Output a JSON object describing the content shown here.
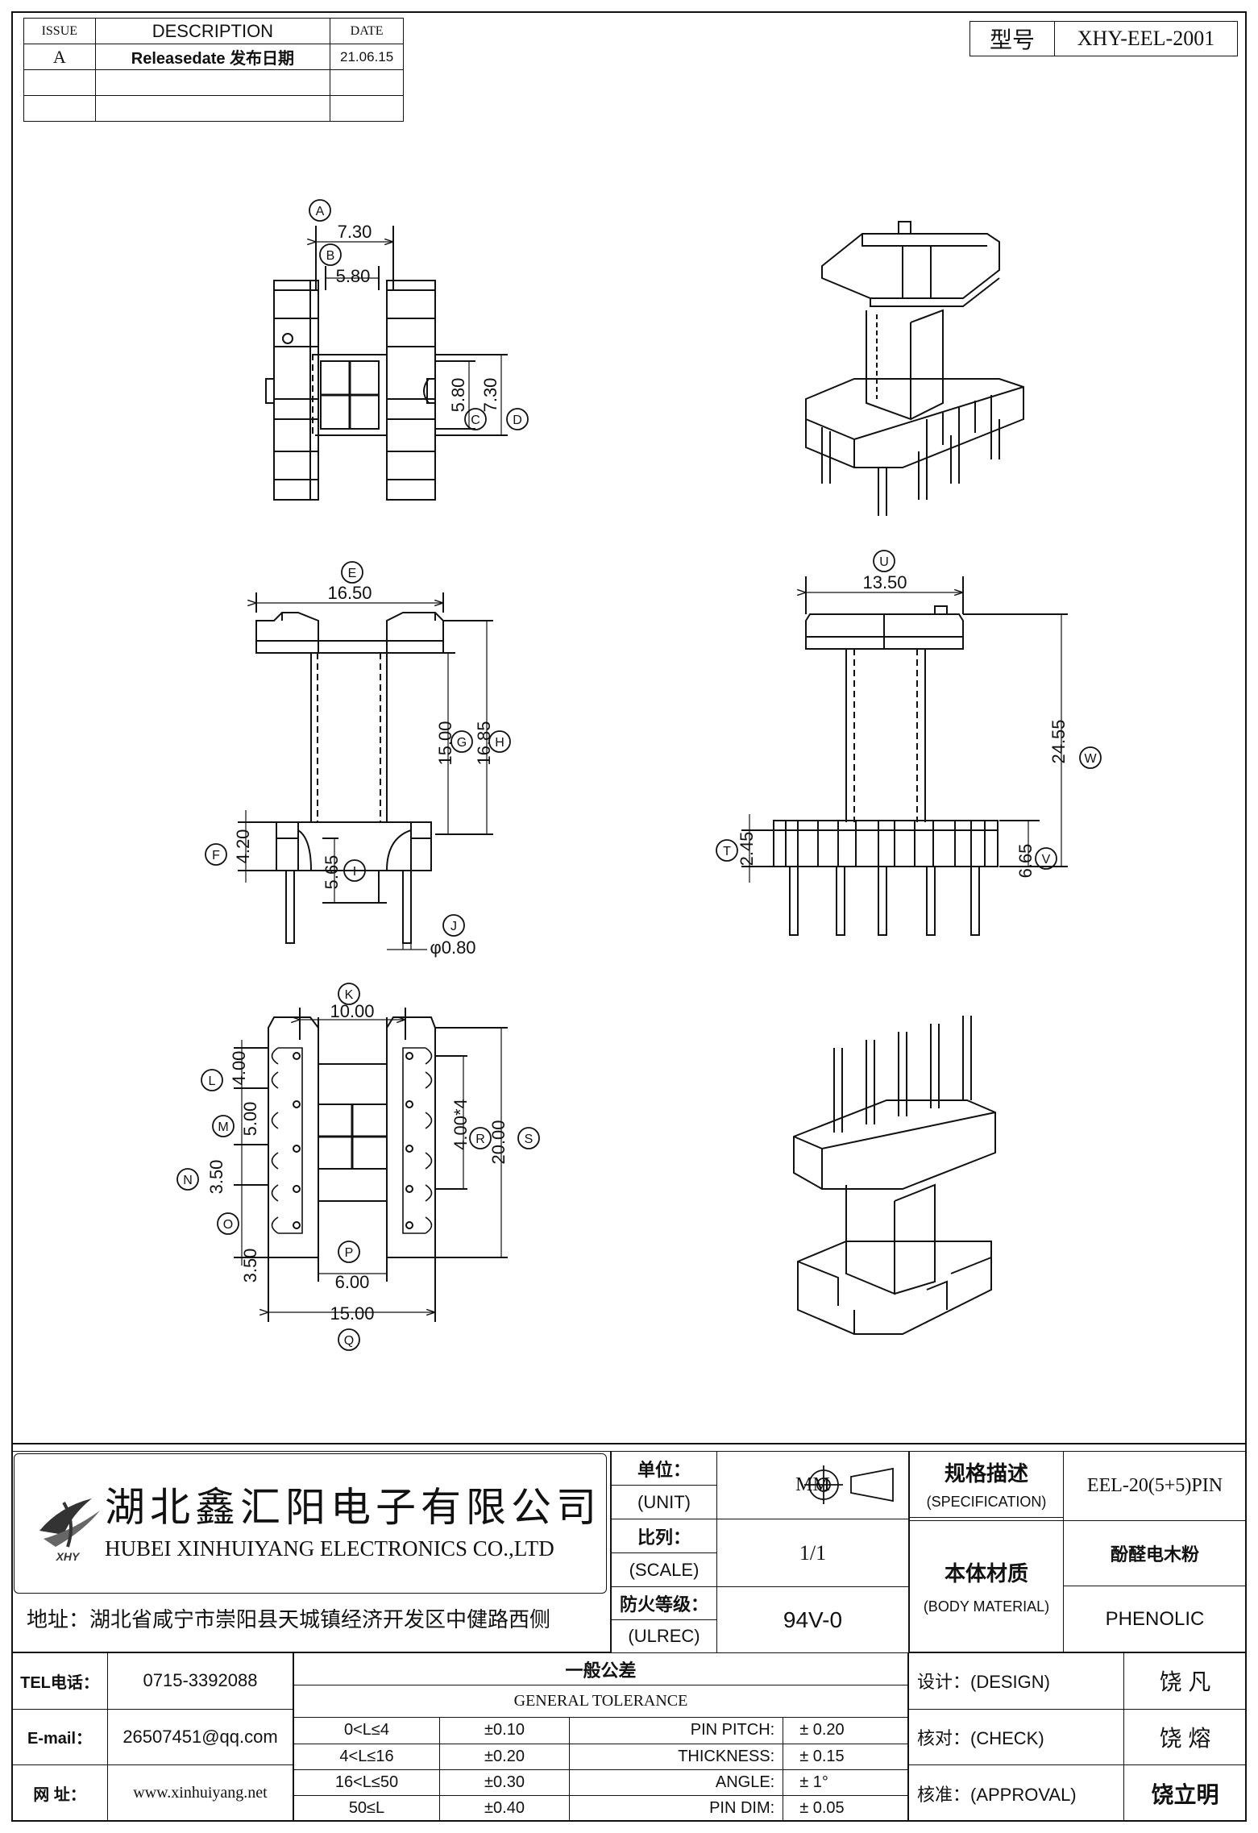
{
  "revision": {
    "headers": [
      "ISSUE",
      "DESCRIPTION",
      "DATE"
    ],
    "rows": [
      [
        "A",
        "Releasedate 发布日期",
        "21.06.15"
      ],
      [
        "",
        "",
        ""
      ],
      [
        "",
        "",
        ""
      ]
    ]
  },
  "model": {
    "label": "型号",
    "value": "XHY-EEL-2001"
  },
  "dims": {
    "A": "7.30",
    "B": "5.80",
    "C": "5.80",
    "D": "7.30",
    "E": "16.50",
    "G": "15.00",
    "H": "16.85",
    "F": "4.20",
    "I": "5.65",
    "J": "φ0.80",
    "U": "13.50",
    "W": "24.55",
    "T": "2.45",
    "V": "6.65",
    "K": "10.00",
    "L": "4.00",
    "M": "5.00",
    "N": "3.50",
    "O": "3.50",
    "P": "6.00",
    "Q": "15.00",
    "R": "4.00*4",
    "S": "20.00"
  },
  "company": {
    "cn_name": "湖北鑫汇阳电子有限公司",
    "en_name": "HUBEI XINHUIYANG ELECTRONICS CO.,LTD",
    "address": "地址：湖北省咸宁市崇阳县天城镇经济开发区中健路西侧",
    "logo_text": "XHY"
  },
  "contact": {
    "tel_label": "TEL电话：",
    "tel": "0715-3392088",
    "email_label": "E-mail：",
    "email": "26507451@qq.com",
    "web_label": "网  址：",
    "web": "www.xinhuiyang.net"
  },
  "specs": {
    "unit_cn": "单位：",
    "unit_en": "(UNIT)",
    "unit_value": "MM",
    "scale_cn": "比列：",
    "scale_en": "(SCALE)",
    "scale_value": "1/1",
    "ul_cn": "防火等级：",
    "ul_en": "(ULREC)",
    "ul_value": "94V-0",
    "spec_cn": "规格描述",
    "spec_en": "(SPECIFICATION)",
    "spec_value": "EEL-20(5+5)PIN",
    "material_cn": "本体材质",
    "material_en": "(BODY MATERIAL)",
    "material_value_cn": "酚醛电木粉",
    "material_value_en": "PHENOLIC"
  },
  "tolerance": {
    "title_cn": "一般公差",
    "title_en": "GENERAL TOLERANCE",
    "ranges": [
      [
        "0<L≤4",
        "±0.10"
      ],
      [
        "4<L≤16",
        "±0.20"
      ],
      [
        "16<L≤50",
        "±0.30"
      ],
      [
        "50≤L",
        "±0.40"
      ]
    ],
    "extra": [
      [
        "PIN PITCH:",
        "± 0.20"
      ],
      [
        "THICKNESS:",
        "± 0.15"
      ],
      [
        "ANGLE:",
        "± 1°"
      ],
      [
        "PIN DIM:",
        "± 0.05"
      ]
    ]
  },
  "approval": [
    [
      "设计：(DESIGN)",
      "饶  凡"
    ],
    [
      "核对：(CHECK)",
      "饶  熔"
    ],
    [
      "核准：(APPROVAL)",
      "饶立明"
    ]
  ]
}
